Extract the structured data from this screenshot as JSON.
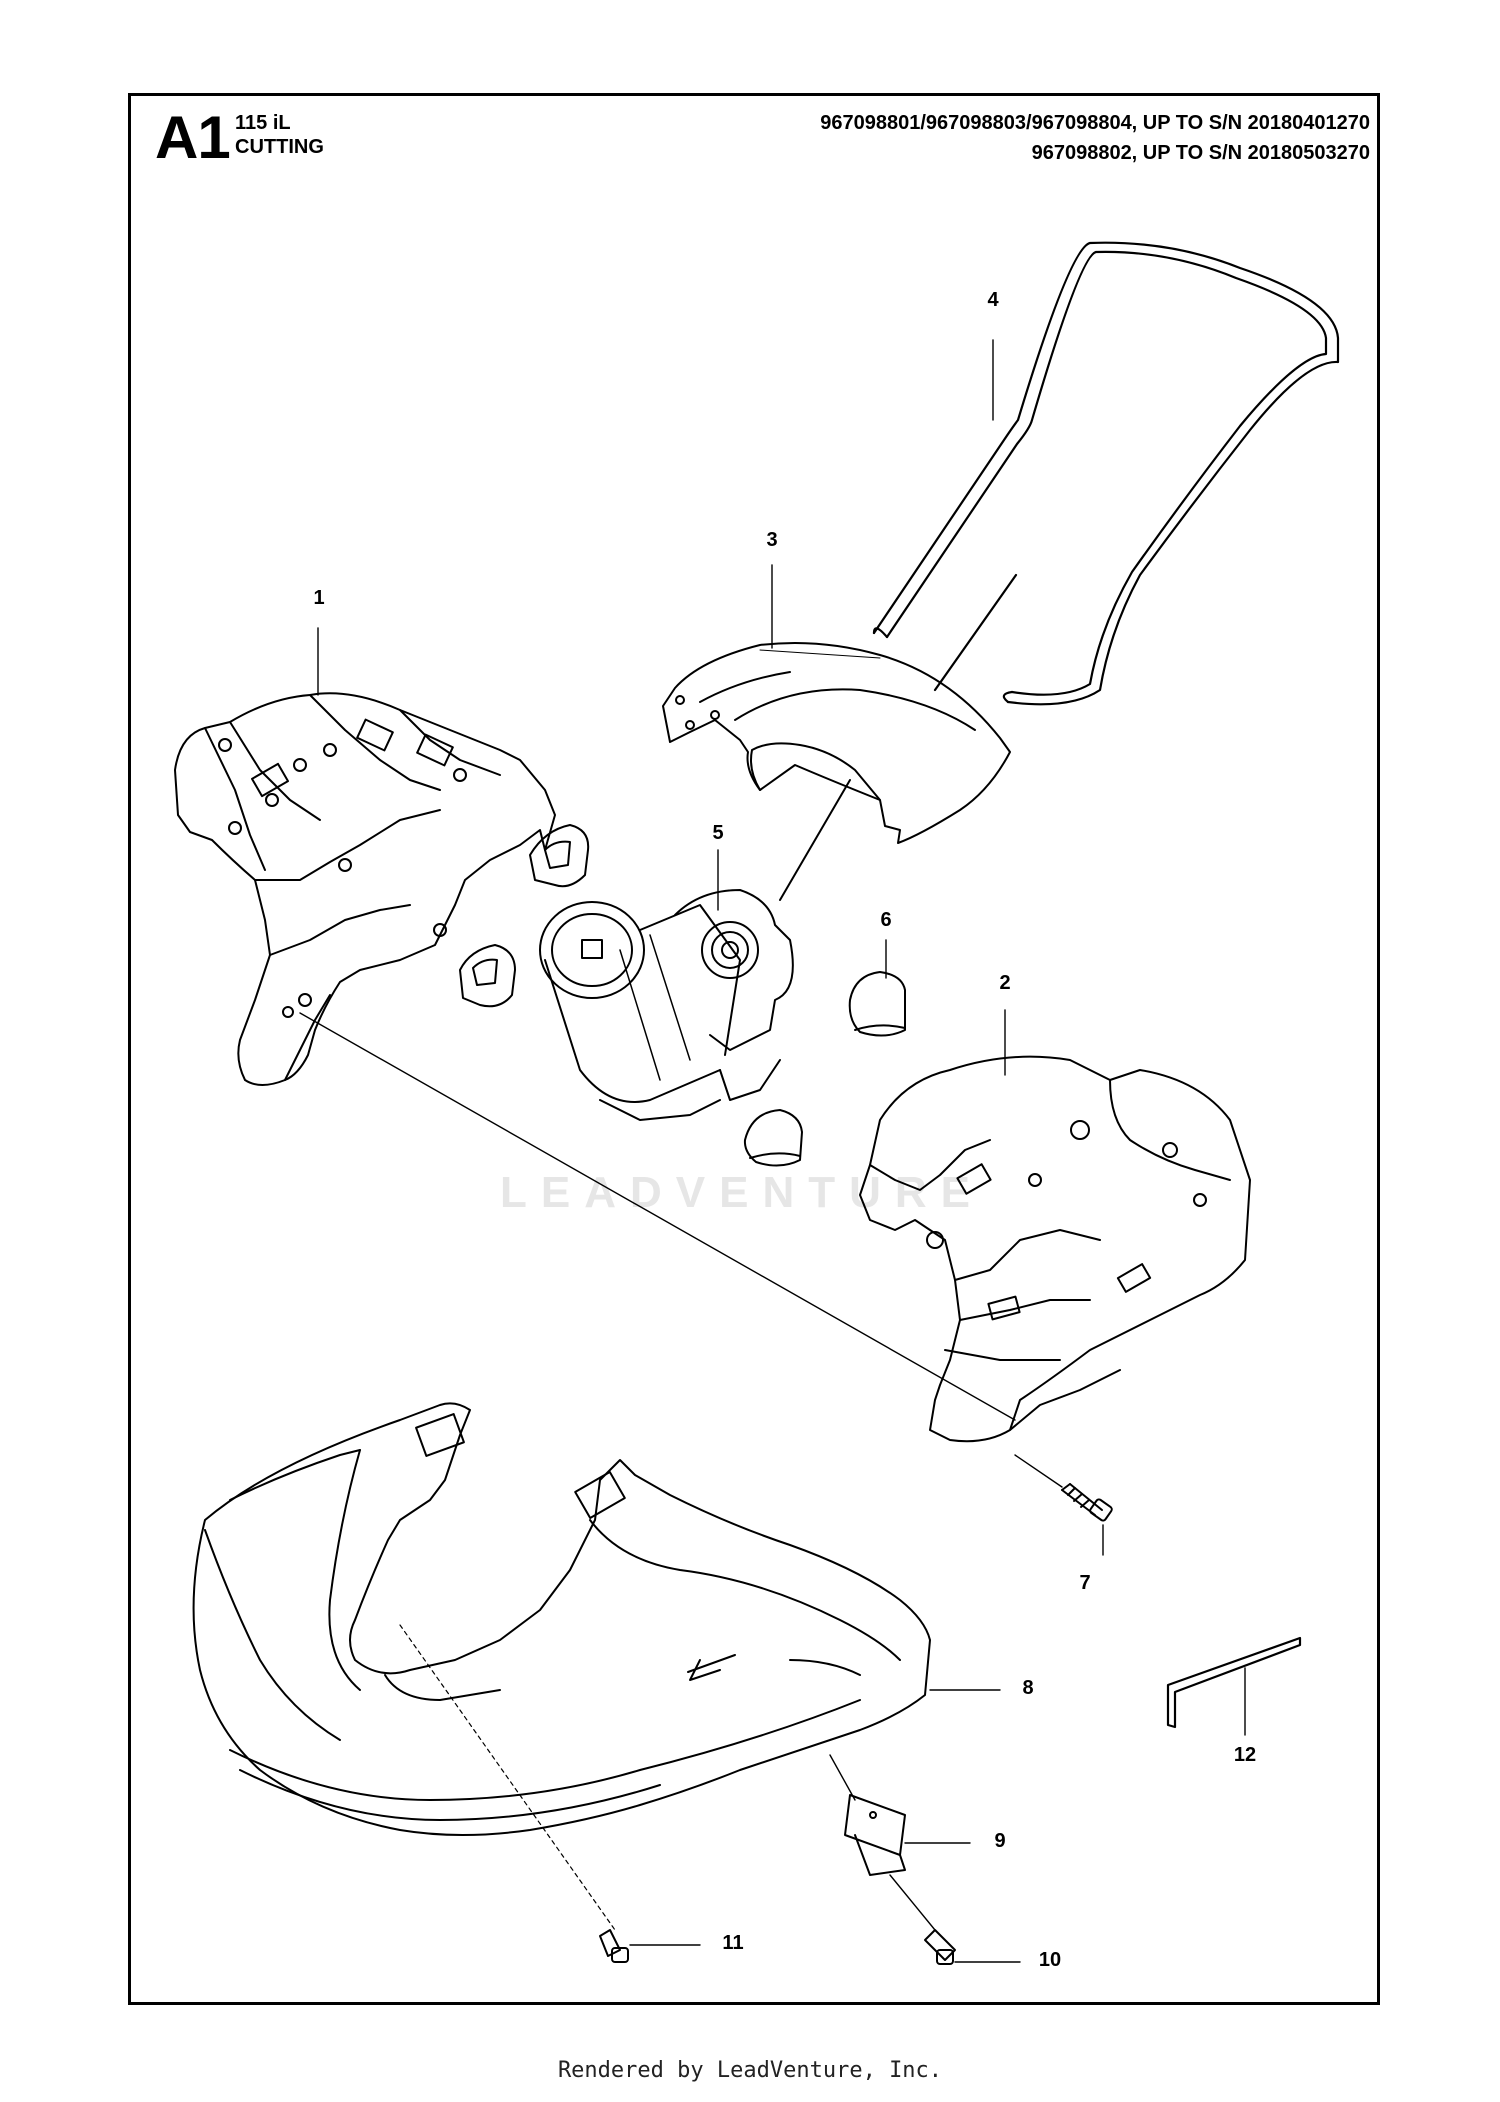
{
  "header": {
    "code": "A1",
    "model": "115 iL",
    "section": "CUTTING",
    "serial_line_1": "967098801/967098803/967098804, UP TO S/N 20180401270",
    "serial_line_2": "967098802, UP TO S/N 20180503270"
  },
  "callouts": [
    "1",
    "2",
    "3",
    "4",
    "5",
    "6",
    "7",
    "8",
    "9",
    "10",
    "11",
    "12"
  ],
  "watermark": "LEADVENTURE",
  "footer": "Rendered by LeadVenture, Inc."
}
